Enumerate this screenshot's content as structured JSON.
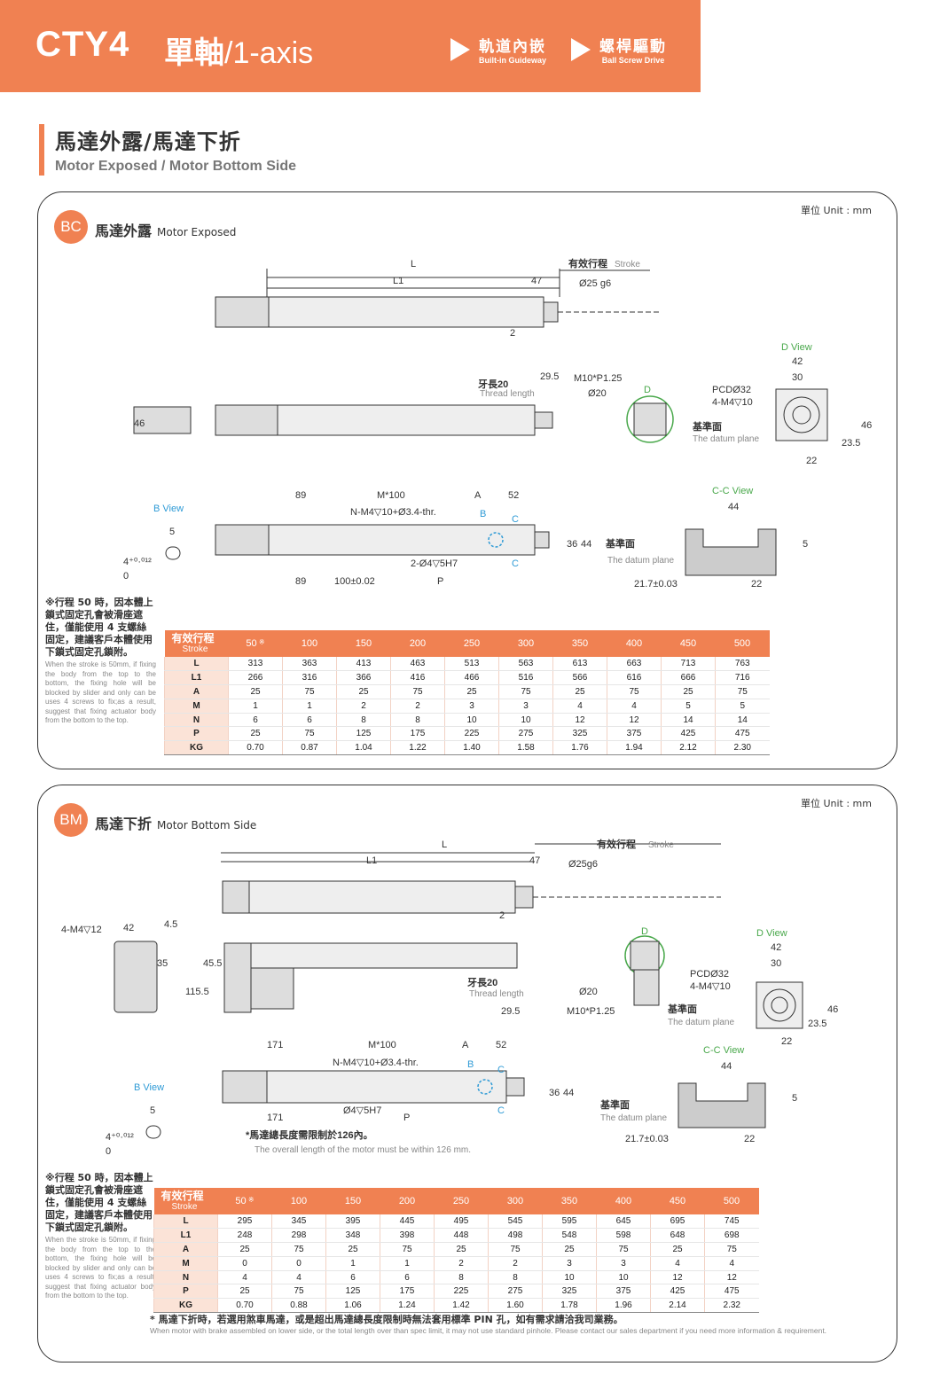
{
  "header": {
    "model": "CTY4",
    "axis_zh": "單軸",
    "axis_en": "/1-axis",
    "features": [
      {
        "zh": "軌道內嵌",
        "en": "Built-in Guideway"
      },
      {
        "zh": "螺桿驅動",
        "en": "Ball Screw Drive"
      }
    ]
  },
  "section": {
    "title_zh": "馬達外露/馬達下折",
    "title_en": "Motor Exposed / Motor Bottom Side"
  },
  "colors": {
    "accent": "#f08152",
    "blue": "#2f9bd6",
    "green": "#49a84b"
  },
  "panels": [
    {
      "badge": "BC",
      "title_zh": "馬達外露",
      "title_en": "Motor Exposed",
      "unit": "單位 Unit : mm",
      "labels": {
        "L": "L",
        "L1": "L1",
        "d47": "47",
        "stroke_zh": "有效行程",
        "stroke_en": "Stroke",
        "d25": "Ø25 g6",
        "d2": "2",
        "thread_zh": "牙長20",
        "thread_en": "Thread length",
        "d295": "29.5",
        "m10": "M10*P1.25",
        "d20": "Ø20",
        "D": "D",
        "dview": "D View",
        "d42": "42",
        "d30": "30",
        "pcd": "PCDØ32",
        "m4": "4-M4▽10",
        "datum_zh": "基準面",
        "datum_en": "The datum plane",
        "d235": "23.5",
        "d46": "46",
        "d22": "22",
        "side46": "46",
        "bview": "B View",
        "d5": "5",
        "tol": "4⁺⁰·⁰¹²",
        "tol0": "0",
        "d89": "89",
        "m100": "M*100",
        "A": "A",
        "d52": "52",
        "nm4": "N-M4▽10+Ø3.4-thr.",
        "B": "B",
        "C": "C",
        "d36": "36",
        "d44": "44",
        "pin": "2-Ø4▽5H7",
        "d89b": "89",
        "d100": "100±0.02",
        "P": "P",
        "ccview": "C-C View",
        "cc44": "44",
        "cc5": "5",
        "cc217": "21.7±0.03",
        "cc22": "22"
      },
      "note_zh": "※行程 50 時，因本體上鎖式固定孔會被滑座遮住，僅能使用 4 支螺絲固定，建議客戶本體使用下鎖式固定孔鎖附。",
      "note_en": "When the stroke is 50mm, if fixing the body from the top to the bottom, the fixing hole will be blocked by slider and only can be uses 4 screws to fix;as a result, suggest that fixing actuator body from the bottom to the top.",
      "table": {
        "head_zh": "有效行程",
        "head_en": "Stroke",
        "strokes": [
          "50",
          "100",
          "150",
          "200",
          "250",
          "300",
          "350",
          "400",
          "450",
          "500"
        ],
        "mark": "※",
        "rows": [
          {
            "label": "L",
            "values": [
              "313",
              "363",
              "413",
              "463",
              "513",
              "563",
              "613",
              "663",
              "713",
              "763"
            ]
          },
          {
            "label": "L1",
            "values": [
              "266",
              "316",
              "366",
              "416",
              "466",
              "516",
              "566",
              "616",
              "666",
              "716"
            ]
          },
          {
            "label": "A",
            "values": [
              "25",
              "75",
              "25",
              "75",
              "25",
              "75",
              "25",
              "75",
              "25",
              "75"
            ]
          },
          {
            "label": "M",
            "values": [
              "1",
              "1",
              "2",
              "2",
              "3",
              "3",
              "4",
              "4",
              "5",
              "5"
            ]
          },
          {
            "label": "N",
            "values": [
              "6",
              "6",
              "8",
              "8",
              "10",
              "10",
              "12",
              "12",
              "14",
              "14"
            ]
          },
          {
            "label": "P",
            "values": [
              "25",
              "75",
              "125",
              "175",
              "225",
              "275",
              "325",
              "375",
              "425",
              "475"
            ]
          },
          {
            "label": "KG",
            "values": [
              "0.70",
              "0.87",
              "1.04",
              "1.22",
              "1.40",
              "1.58",
              "1.76",
              "1.94",
              "2.12",
              "2.30"
            ]
          }
        ]
      }
    },
    {
      "badge": "BM",
      "title_zh": "馬達下折",
      "title_en": "Motor Bottom Side",
      "unit": "單位 Unit : mm",
      "labels": {
        "L": "L",
        "L1": "L1",
        "d47": "47",
        "stroke_zh": "有效行程",
        "stroke_en": "Stroke",
        "d25": "Ø25g6",
        "d2": "2",
        "m4l": "4-M4▽12",
        "d42l": "42",
        "d45": "4.5",
        "d35": "35",
        "d455": "45.5",
        "d1155": "115.5",
        "thread_zh": "牙長20",
        "thread_en": "Thread length",
        "d295": "29.5",
        "m10": "M10*P1.25",
        "d20": "Ø20",
        "D": "D",
        "dview": "D View",
        "d42": "42",
        "d30": "30",
        "pcd": "PCDØ32",
        "m4": "4-M4▽10",
        "datum_zh": "基準面",
        "datum_en": "The datum plane",
        "d235": "23.5",
        "d46": "46",
        "d22": "22",
        "bview": "B View",
        "d5": "5",
        "tol": "4⁺⁰·⁰¹²",
        "tol0": "0",
        "d171": "171",
        "m100": "M*100",
        "A": "A",
        "d52": "52",
        "nm4": "N-M4▽10+Ø3.4-thr.",
        "B": "B",
        "C": "C",
        "d36": "36",
        "d44": "44",
        "pin": "Ø4▽5H7",
        "d171b": "171",
        "P": "P",
        "motor_zh": "*馬達總長度需限制於126內。",
        "motor_en": "The overall length of the motor must be within 126 mm.",
        "ccview": "C-C View",
        "cc44": "44",
        "cc5": "5",
        "cc217": "21.7±0.03",
        "cc22": "22"
      },
      "note_zh": "※行程 50 時，因本體上鎖式固定孔會被滑座遮住，僅能使用 4 支螺絲固定，建議客戶本體使用下鎖式固定孔鎖附。",
      "note_en": "When the stroke is 50mm, if fixing the body from the top to the bottom, the fixing hole will be blocked by slider and only can be uses 4 screws to fix;as a result, suggest that fixing actuator body from the bottom to the top.",
      "table": {
        "head_zh": "有效行程",
        "head_en": "Stroke",
        "strokes": [
          "50",
          "100",
          "150",
          "200",
          "250",
          "300",
          "350",
          "400",
          "450",
          "500"
        ],
        "mark": "※",
        "rows": [
          {
            "label": "L",
            "values": [
              "295",
              "345",
              "395",
              "445",
              "495",
              "545",
              "595",
              "645",
              "695",
              "745"
            ]
          },
          {
            "label": "L1",
            "values": [
              "248",
              "298",
              "348",
              "398",
              "448",
              "498",
              "548",
              "598",
              "648",
              "698"
            ]
          },
          {
            "label": "A",
            "values": [
              "25",
              "75",
              "25",
              "75",
              "25",
              "75",
              "25",
              "75",
              "25",
              "75"
            ]
          },
          {
            "label": "M",
            "values": [
              "0",
              "0",
              "1",
              "1",
              "2",
              "2",
              "3",
              "3",
              "4",
              "4"
            ]
          },
          {
            "label": "N",
            "values": [
              "4",
              "4",
              "6",
              "6",
              "8",
              "8",
              "10",
              "10",
              "12",
              "12"
            ]
          },
          {
            "label": "P",
            "values": [
              "25",
              "75",
              "125",
              "175",
              "225",
              "275",
              "325",
              "375",
              "425",
              "475"
            ]
          },
          {
            "label": "KG",
            "values": [
              "0.70",
              "0.88",
              "1.06",
              "1.24",
              "1.42",
              "1.60",
              "1.78",
              "1.96",
              "2.14",
              "2.32"
            ]
          }
        ]
      },
      "foot_zh": "* 馬達下折時，若選用煞車馬達，或是超出馬達總長度限制時無法套用標準 PIN 孔，如有需求請洽我司業務。",
      "foot_en": "When motor with brake assembled on lower side, or the total length over than spec limit, it may not use standard pinhole. Please contact our sales department if you need more information & requirement."
    }
  ]
}
